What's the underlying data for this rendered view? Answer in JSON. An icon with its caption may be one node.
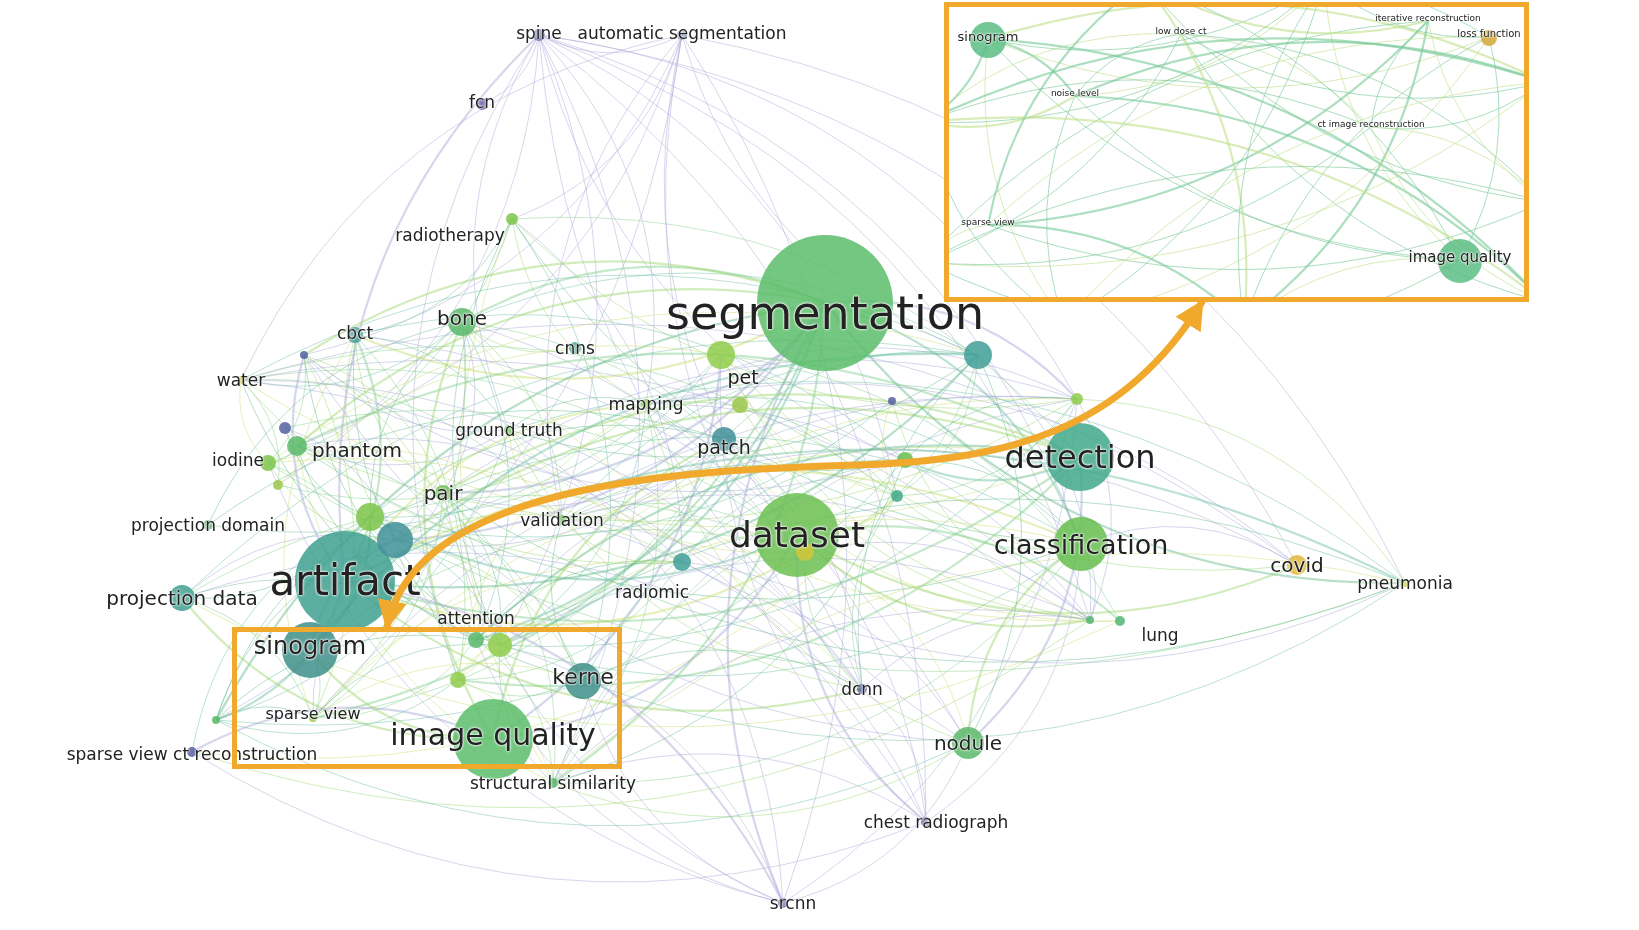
{
  "diagram": {
    "nodes": [
      {
        "text": [
          "sinogram",
          "kerne",
          "sparse view",
          "image quality"
        ]
      },
      {
        "text": [
          "sinogram",
          "low dose ct",
          "iterative reconstruction",
          "loss function",
          "noise level",
          "ct image reconstruction",
          "sparse view",
          "image quality"
        ]
      }
    ],
    "edges": [
      {
        "from": 0,
        "to": 1,
        "arrow": "both"
      }
    ],
    "labels": [
      "spine",
      "automatic segmentation",
      "fcn",
      "radiotherapy",
      "bone",
      "cbct",
      "segmentation",
      "cnns",
      "water",
      "pet",
      "mapping",
      "ground truth",
      "iodine",
      "phantom",
      "patch",
      "detection",
      "pair",
      "projection domain",
      "validation",
      "dataset",
      "classification",
      "artifact",
      "covid",
      "pneumonia",
      "projection data",
      "radiomic",
      "attention",
      "lung",
      "dcnn",
      "sparse view ct reconstruction",
      "structural similarity",
      "nodule",
      "chest radiograph",
      "srcnn"
    ]
  }
}
